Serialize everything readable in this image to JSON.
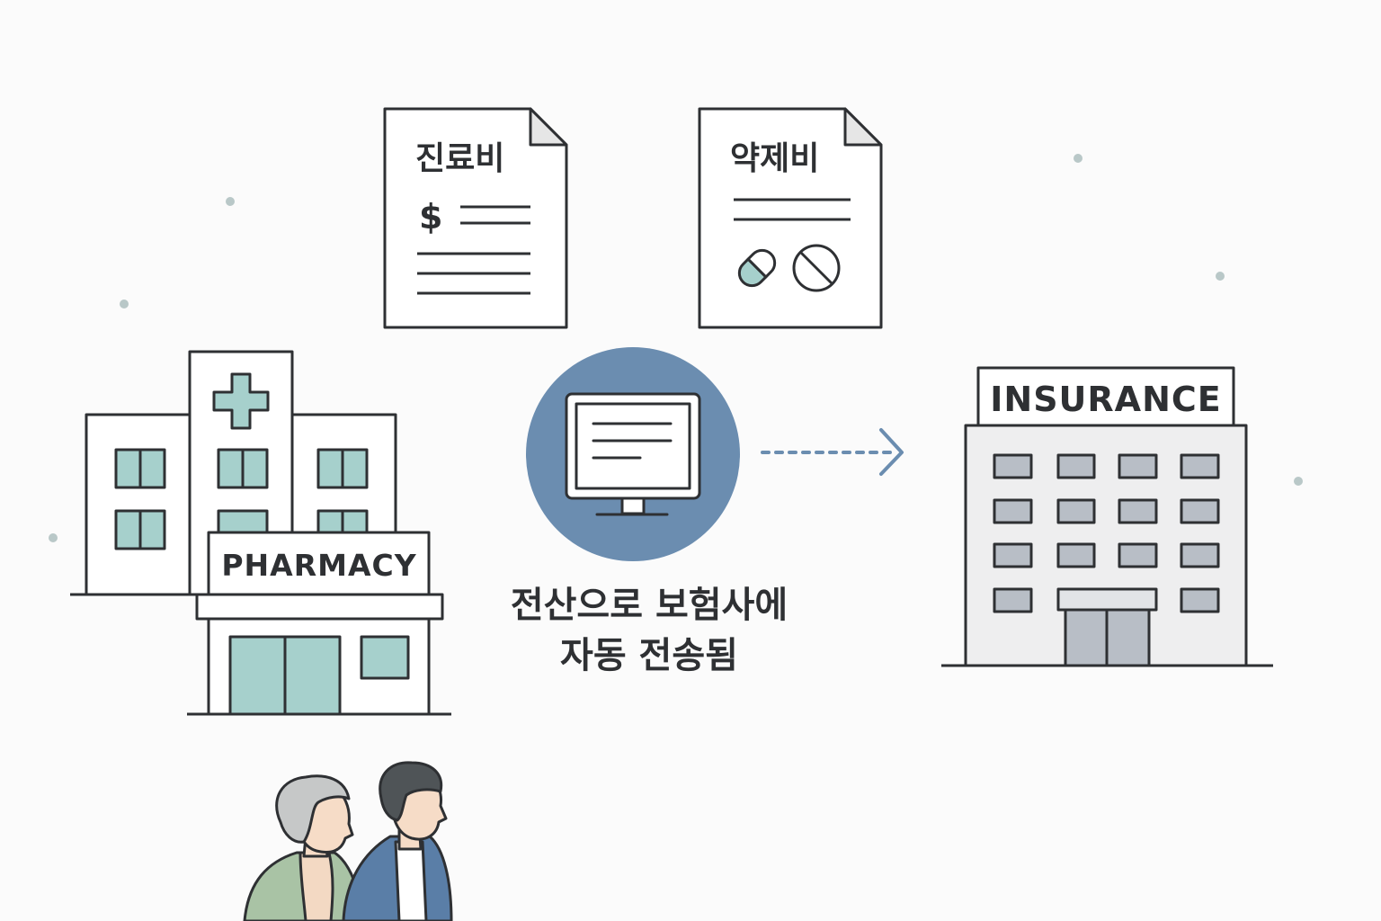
{
  "documents": {
    "medical_fee": {
      "title": "진료비",
      "symbol": "$"
    },
    "drug_fee": {
      "title": "약제비"
    }
  },
  "buildings": {
    "pharmacy_sign": "PHARMACY",
    "insurance_sign": "INSURANCE"
  },
  "caption": {
    "line1": "전산으로 보험사에",
    "line2": "자동 전송됨"
  },
  "icons": {
    "computer": "monitor-icon",
    "arrow": "dotted-arrow-icon",
    "capsule": "capsule-icon",
    "pill": "tablet-icon",
    "cross": "medical-cross-icon"
  },
  "colors": {
    "stroke": "#2e3033",
    "teal_window": "#a6d0cc",
    "circle": "#6b8db0",
    "insurance_window": "#b8bec6",
    "insurance_wall": "#eeeeef",
    "arrow": "#6b8db0",
    "dot": "#b9c8c8"
  }
}
